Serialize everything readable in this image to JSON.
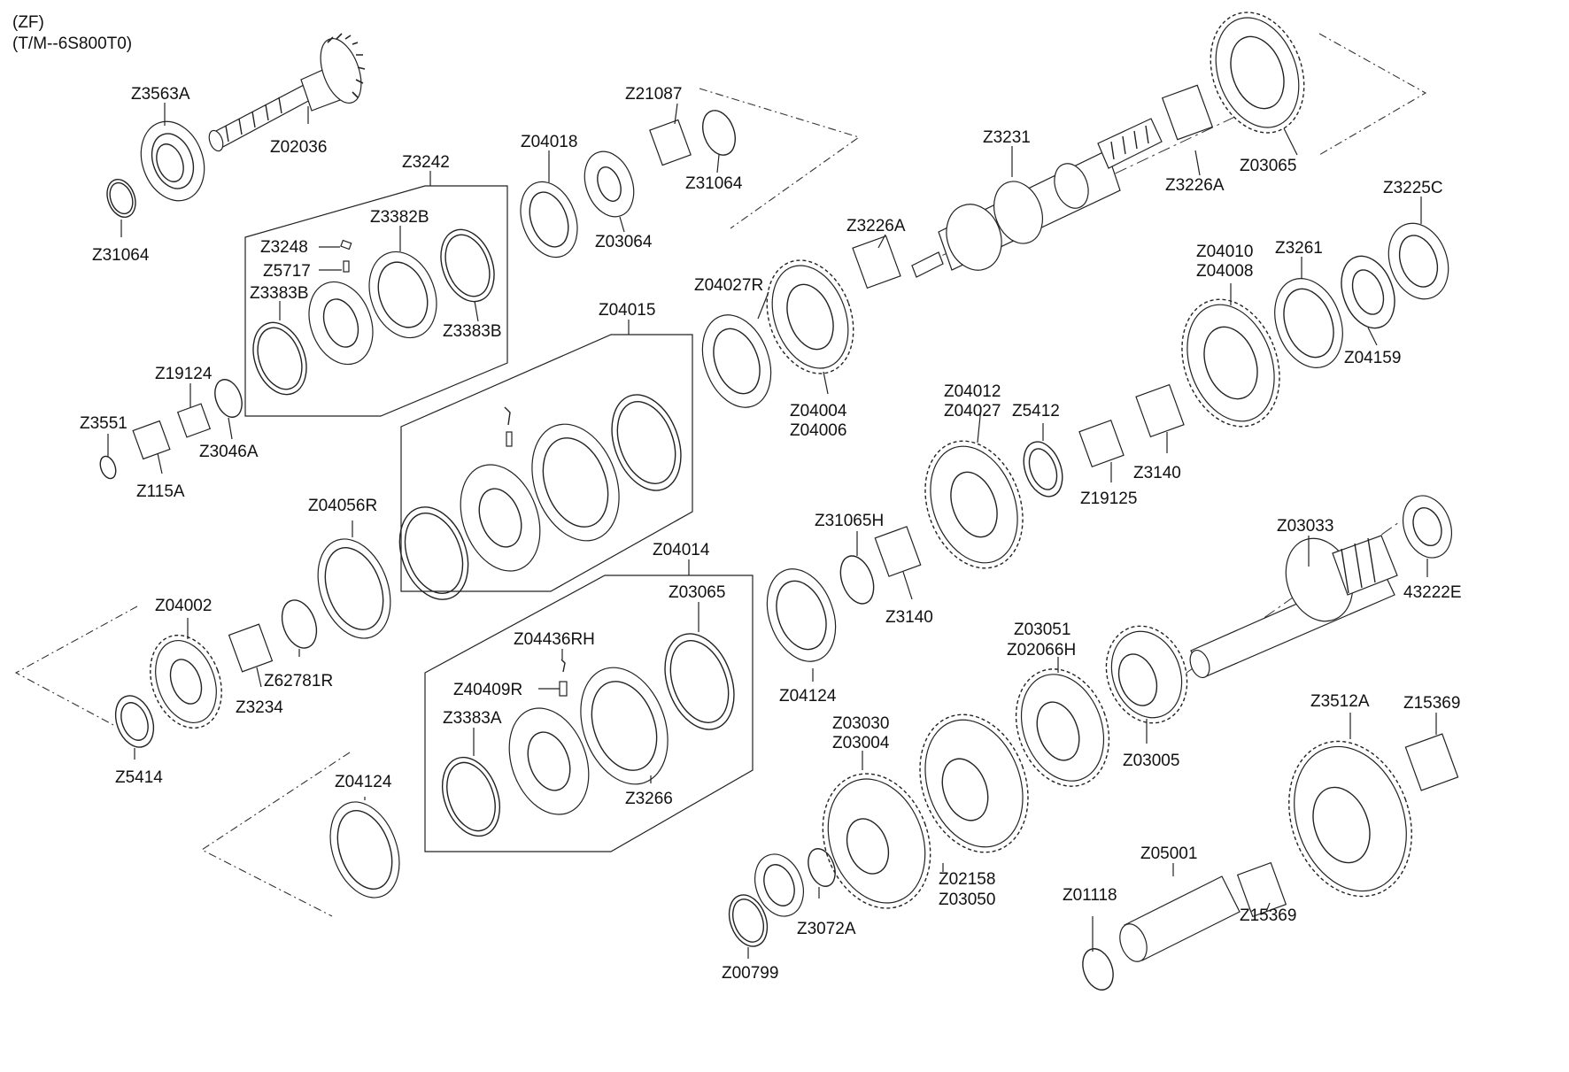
{
  "header": {
    "line1": "(ZF)",
    "line2": "(T/M--6S800T0)"
  },
  "labels": {
    "z3563a": "Z3563A",
    "z02036": "Z02036",
    "z31064_left": "Z31064",
    "z3242": "Z3242",
    "z3248": "Z3248",
    "z5717": "Z5717",
    "z3383b_left": "Z3383B",
    "z3382b": "Z3382B",
    "z3383b_right": "Z3383B",
    "z04018": "Z04018",
    "z03064": "Z03064",
    "z21087": "Z21087",
    "z31064_top": "Z31064",
    "z3231": "Z3231",
    "z3226a_top": "Z3226A",
    "z03065_top": "Z03065",
    "z3225c": "Z3225C",
    "z3226a_mid": "Z3226A",
    "z04010": "Z04010",
    "z04008": "Z04008",
    "z3261": "Z3261",
    "z04159": "Z04159",
    "z19124": "Z19124",
    "z3551": "Z3551",
    "z3046a": "Z3046A",
    "z115a": "Z115A",
    "z04015": "Z04015",
    "z04027r": "Z04027R",
    "z04004": "Z04004",
    "z04006": "Z04006",
    "z04012": "Z04012",
    "z04027": "Z04027",
    "z5412": "Z5412",
    "z19125": "Z19125",
    "z3140_upper": "Z3140",
    "z31065h": "Z31065H",
    "z3140_lower": "Z3140",
    "z04056r": "Z04056R",
    "z04002": "Z04002",
    "z62781r": "Z62781R",
    "z3234": "Z3234",
    "z5414": "Z5414",
    "z04014": "Z04014",
    "z03065_mid": "Z03065",
    "z04436rh": "Z04436RH",
    "z40409r": "Z40409R",
    "z3383a": "Z3383A",
    "z3266": "Z3266",
    "z04124_mid": "Z04124",
    "z03033": "Z03033",
    "z43222e": "43222E",
    "z03051": "Z03051",
    "z02066h": "Z02066H",
    "z03005": "Z03005",
    "z03030": "Z03030",
    "z03004": "Z03004",
    "z3512a": "Z3512A",
    "z15369_top": "Z15369",
    "z04124_bottom": "Z04124",
    "z02158": "Z02158",
    "z03050": "Z03050",
    "z05001": "Z05001",
    "z01118": "Z01118",
    "z15369_bottom": "Z15369",
    "z3072a": "Z3072A",
    "z00799": "Z00799"
  }
}
